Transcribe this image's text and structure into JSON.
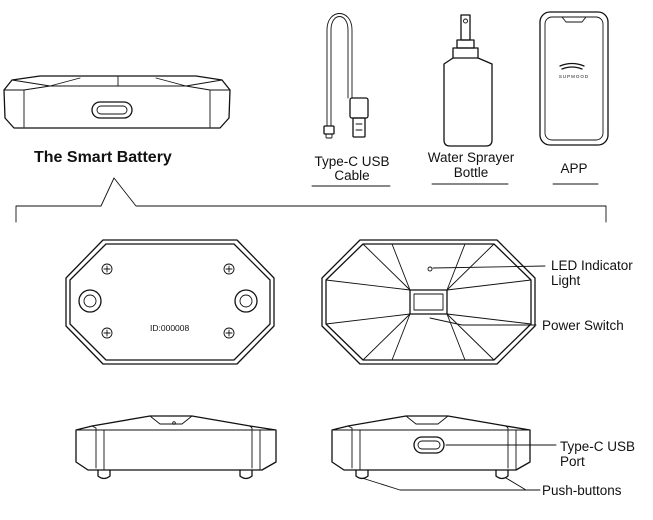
{
  "products": {
    "battery": "The Smart Battery",
    "cable": [
      "Type-C USB",
      "Cable"
    ],
    "bottle": [
      "Water Sprayer",
      "Bottle"
    ],
    "app": "APP",
    "app_logo_text": "SUPMOOD"
  },
  "parts": {
    "led": [
      "LED Indicator",
      "Light"
    ],
    "power": "Power Switch",
    "usb": [
      "Type-C USB",
      "Port"
    ],
    "push": "Push-buttons",
    "id": "ID:000008"
  },
  "colors": {
    "line": "#111111",
    "background": "#ffffff"
  }
}
